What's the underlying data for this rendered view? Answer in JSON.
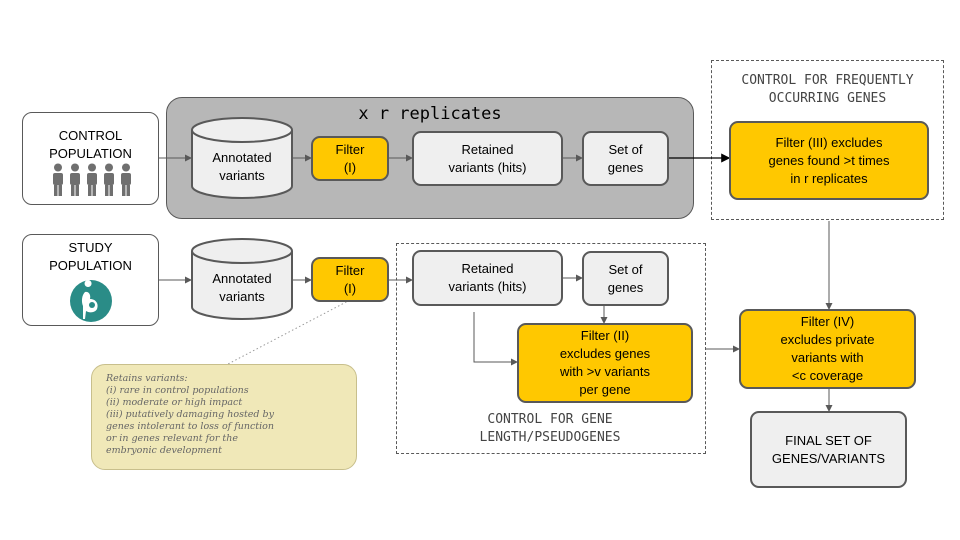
{
  "replicates_label": "x r replicates",
  "control_population": {
    "label": "CONTROL\nPOPULATION"
  },
  "study_population": {
    "label": "STUDY\nPOPULATION"
  },
  "annotated_variants": "Annotated\nvariants",
  "filter_i": "Filter\n(I)",
  "retained_variants": "Retained\nvariants (hits)",
  "set_of_genes": "Set of\ngenes",
  "control_frequent": {
    "caption": "CONTROL FOR FREQUENTLY\nOCCURRING GENES",
    "filter_iii": "Filter (III) excludes\ngenes found >t times\nin r replicates"
  },
  "control_length": {
    "caption": "CONTROL FOR GENE\nLENGTH/PSEUDOGENES",
    "filter_ii": "Filter (II)\nexcludes genes\nwith >v variants\nper gene"
  },
  "filter_iv": "Filter (IV)\nexcludes private\nvariants with\n<c coverage",
  "final_set": "FINAL SET OF\nGENES/VARIANTS",
  "note": "Retains variants:\n(i) rare in control populations\n(ii) moderate or high impact\n(iii) putatively damaging hosted by\ngenes intolerant to loss of function\nor in genes relevant for the\nembryonic development",
  "colors": {
    "filter_yellow": "#ffc800",
    "box_gray": "#efefef",
    "replicate_panel": "#b7b7b7",
    "outline": "#595959",
    "note_background": "#f0e8b8",
    "population_icon": "#6f6f6f",
    "study_icon": "#2a8c87"
  },
  "icons": {
    "control": "people-group-icon",
    "study": "pregnant-woman-icon"
  }
}
